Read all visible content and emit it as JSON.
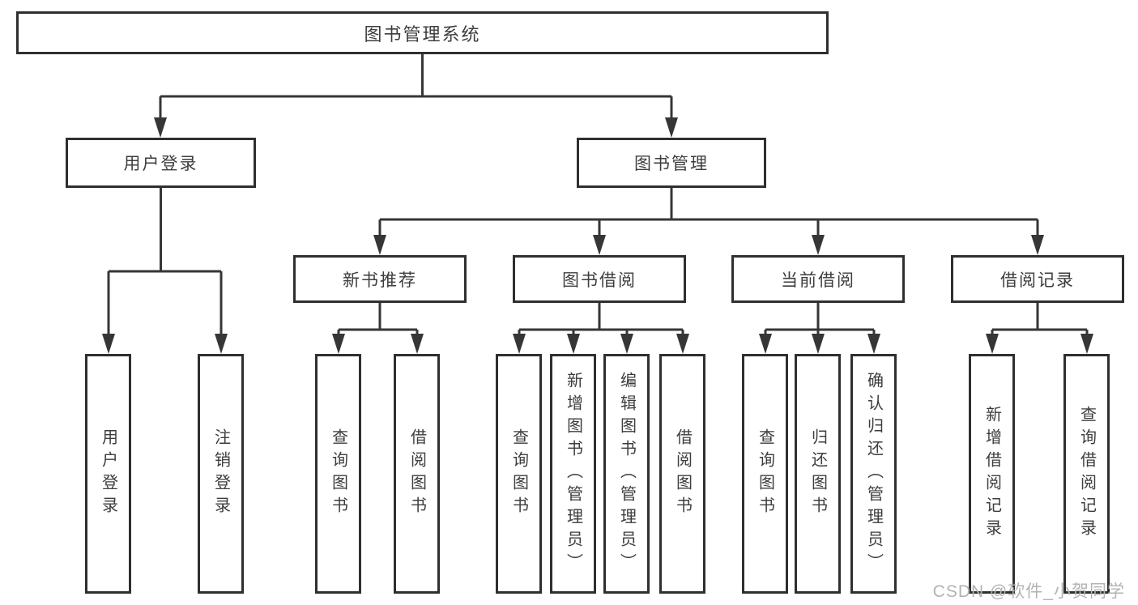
{
  "tree": {
    "label": "图书管理系统",
    "children": [
      {
        "label": "用户登录",
        "children": [
          {
            "label": "用户登录"
          },
          {
            "label": "注销登录"
          }
        ]
      },
      {
        "label": "图书管理",
        "children": [
          {
            "label": "新书推荐",
            "children": [
              {
                "label": "查询图书"
              },
              {
                "label": "借阅图书"
              }
            ]
          },
          {
            "label": "图书借阅",
            "children": [
              {
                "label": "查询图书"
              },
              {
                "label": "新增图书（管理员）"
              },
              {
                "label": "编辑图书（管理员）"
              },
              {
                "label": "借阅图书"
              }
            ]
          },
          {
            "label": "当前借阅",
            "children": [
              {
                "label": "查询图书"
              },
              {
                "label": "归还图书"
              },
              {
                "label": "确认归还（管理员）"
              }
            ]
          },
          {
            "label": "借阅记录",
            "children": [
              {
                "label": "新增借阅记录"
              },
              {
                "label": "查询借阅记录"
              }
            ]
          }
        ]
      }
    ]
  },
  "watermark": {
    "text": "CSDN @软件_小贺同学"
  },
  "colors": {
    "line": "#363636",
    "border": "#2f2f2f",
    "text": "#3d3d3d",
    "watermark": "#b3b3b3",
    "background": "#ffffff"
  }
}
